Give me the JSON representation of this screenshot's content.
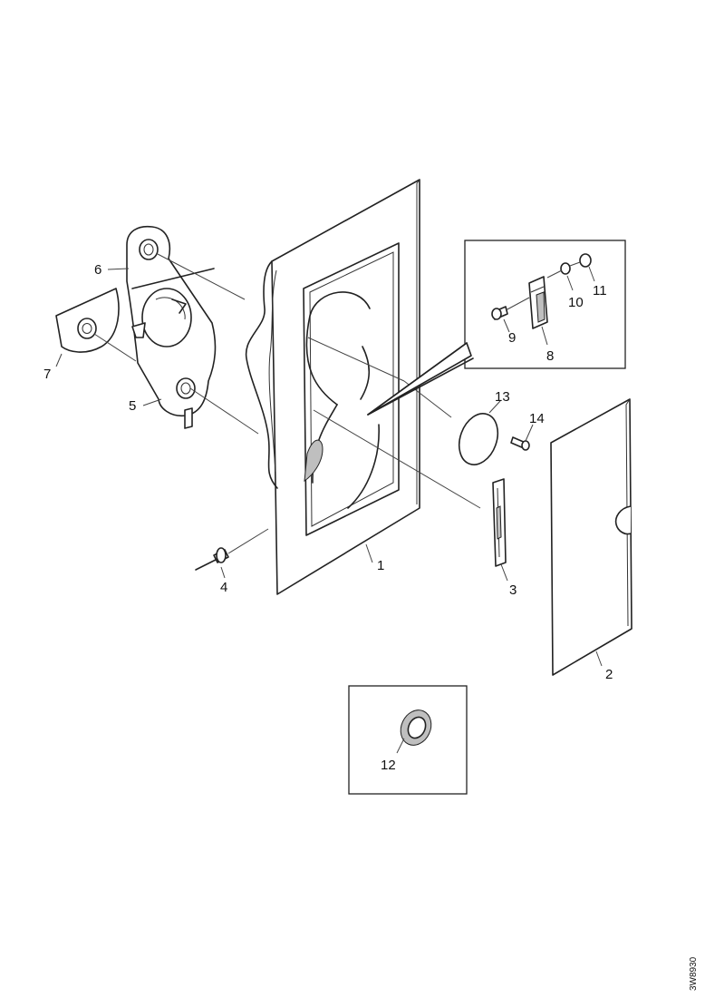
{
  "callouts": {
    "c1": "1",
    "c2": "2",
    "c3": "3",
    "c4": "4",
    "c5": "5",
    "c6": "6",
    "c7": "7",
    "c8": "8",
    "c9": "9",
    "c10": "10",
    "c11": "11",
    "c12": "12",
    "c13": "13",
    "c14": "14"
  },
  "reference_number": "3W8930"
}
